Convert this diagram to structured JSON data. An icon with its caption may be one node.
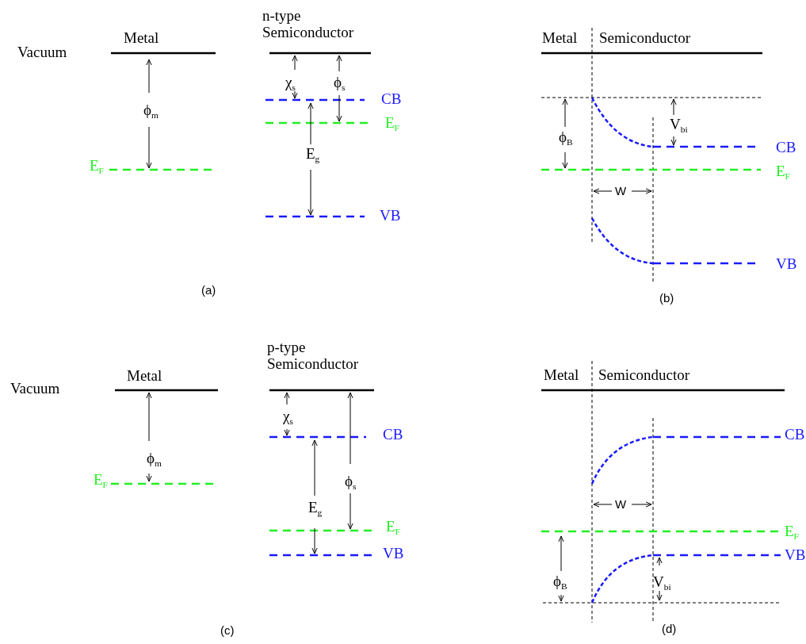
{
  "diagram": {
    "labels": [
      "Vacuum",
      "Metal",
      "n-type Semiconductor",
      "χ$_{s}$",
      "ϕ$_{s}$",
      "CB",
      "ϕ$_{m}$",
      "E$_{F}$",
      "E$_{F}$",
      "E$_{g}$",
      "VB",
      "(a)",
      "Metal",
      "Semiconductor",
      "V$_{bi}$",
      "ϕ$_{B}$",
      "CB",
      "E$_{F}$",
      "W",
      "VB",
      "(b)",
      "p-type Semiconductor",
      "Vacuum",
      "Metal",
      "χ$_{s}$",
      "CB",
      "ϕ$_{m}$",
      "E$_{F}$",
      "ϕ$_{s}$",
      "E$_{g}$",
      "E$_{F}$",
      "VB",
      "(c)",
      "Metal",
      "Semiconductor",
      "CB",
      "W",
      "E$_{F}$",
      "VB",
      "ϕ$_{B}$",
      "V$_{bi}$",
      "(d)"
    ]
  }
}
